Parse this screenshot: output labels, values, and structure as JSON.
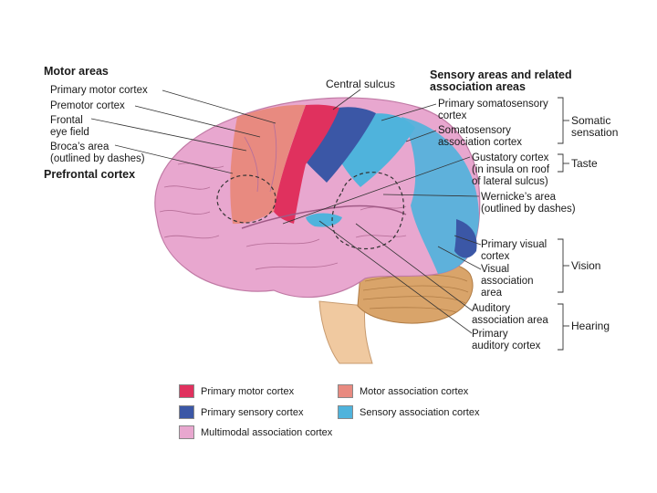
{
  "headings": {
    "motor_areas": "Motor areas",
    "prefrontal": "Prefrontal cortex",
    "central_sulcus": "Central sulcus",
    "sensory_areas": "Sensory areas and related\nassociation areas"
  },
  "left_labels": [
    "Primary motor cortex",
    "Premotor cortex",
    "Frontal\neye field",
    "Broca’s area\n(outlined by dashes)"
  ],
  "right_labels": [
    "Primary somatosensory\ncortex",
    "Somatosensory\nassociation cortex",
    "Gustatory cortex\n(in insula on roof\nof lateral sulcus)",
    "Wernicke’s area\n(outlined by dashes)",
    "Primary visual\ncortex",
    "Visual\nassociation\narea",
    "Auditory\nassociation area",
    "Primary\nauditory cortex"
  ],
  "groups": [
    "Somatic\nsensation",
    "Taste",
    "Vision",
    "Hearing"
  ],
  "legend": [
    {
      "label": "Primary motor cortex",
      "color": "#e0315e"
    },
    {
      "label": "Motor association cortex",
      "color": "#e88a80"
    },
    {
      "label": "Primary sensory cortex",
      "color": "#3b57a6"
    },
    {
      "label": "Sensory association cortex",
      "color": "#4fb3dc"
    },
    {
      "label": "Multimodal association cortex",
      "color": "#e8a7cf"
    }
  ]
}
